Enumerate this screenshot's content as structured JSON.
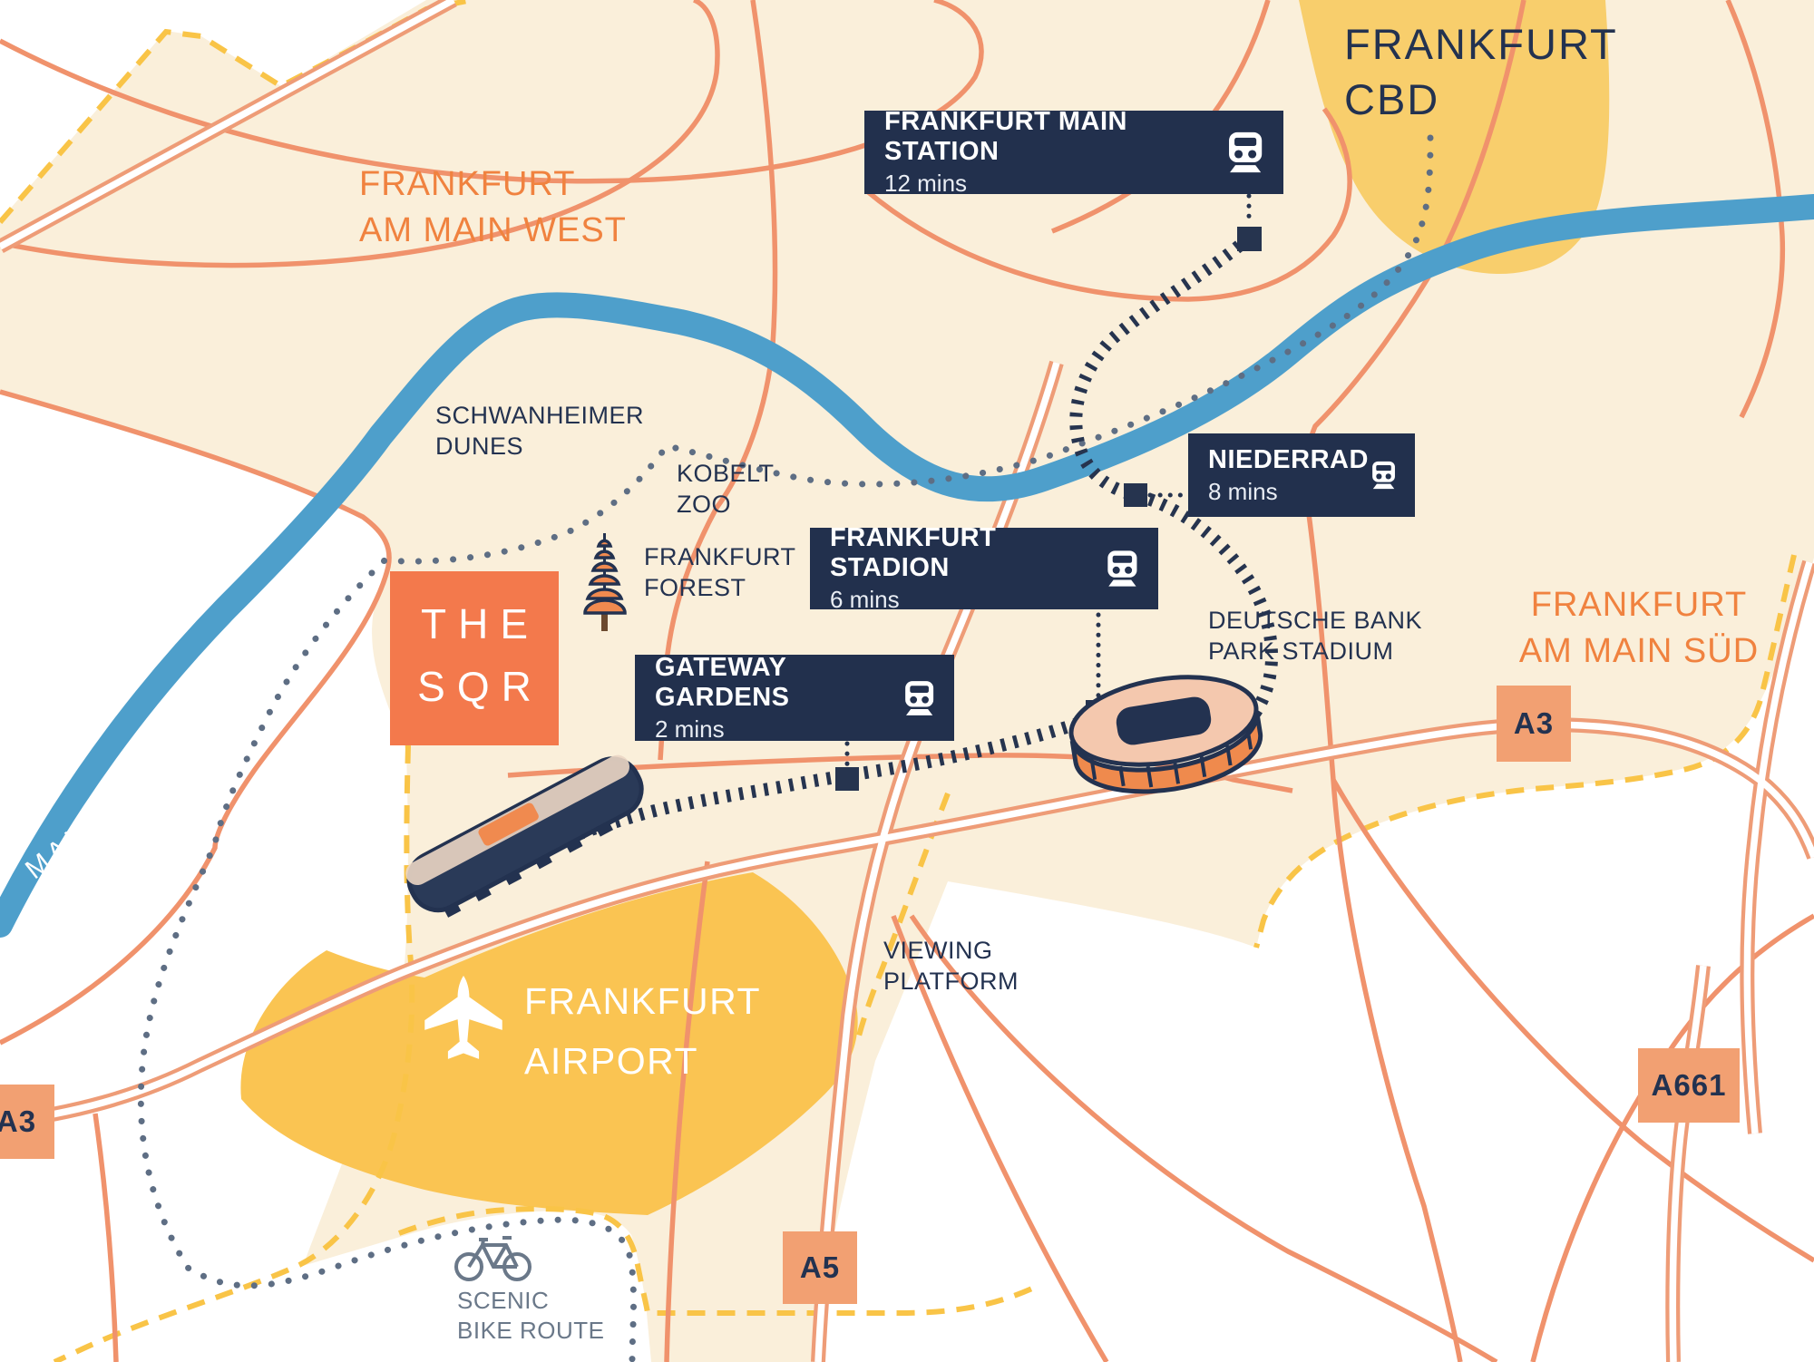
{
  "regions": {
    "cbd": {
      "line1": "FRANKFURT",
      "line2": "CBD"
    },
    "west": {
      "line1": "FRANKFURT",
      "line2": "AM MAIN WEST"
    },
    "sud": {
      "line1": "FRANKFURT",
      "line2": "AM MAIN SÜD"
    }
  },
  "places": {
    "dunes": {
      "line1": "SCHWANHEIMER",
      "line2": "DUNES"
    },
    "zoo": {
      "line1": "KOBELT",
      "line2": "ZOO"
    },
    "forest": {
      "line1": "FRANKFURT",
      "line2": "FOREST"
    },
    "stadium": {
      "line1": "DEUTSCHE BANK",
      "line2": "PARK STADIUM"
    },
    "viewing": {
      "line1": "VIEWING",
      "line2": "PLATFORM"
    },
    "bike": {
      "line1": "SCENIC",
      "line2": "BIKE ROUTE"
    },
    "airport": {
      "line1": "FRANKFURT",
      "line2": "AIRPORT"
    },
    "river": "MAIN"
  },
  "logo": {
    "line1": "THE",
    "line2": "SQR"
  },
  "stations": [
    {
      "name": "FRANKFURT MAIN STATION",
      "time": "12 mins"
    },
    {
      "name": "NIEDERRAD",
      "time": "8 mins"
    },
    {
      "name": "FRANKFURT STADION",
      "time": "6 mins"
    },
    {
      "name": "GATEWAY GARDENS",
      "time": "2 mins"
    }
  ],
  "road_badges": {
    "a3_right": "A3",
    "a3_left": "A3",
    "a5": "A5",
    "a661": "A661"
  },
  "colors": {
    "navy": "#233250",
    "badge_bg": "#22304D",
    "logo_orange": "#F3794C",
    "road_salmon": "#F0926C",
    "river_blue": "#4E9FCB",
    "cream": "#FAEFDA",
    "gold_cbd": "#F8CE6C",
    "gold_airport": "#FAC452",
    "road_badge_orange": "#F2A072",
    "label_orange": "#F0823F",
    "bike_gray": "#6A7889",
    "dash_yellow": "#F9C447"
  }
}
